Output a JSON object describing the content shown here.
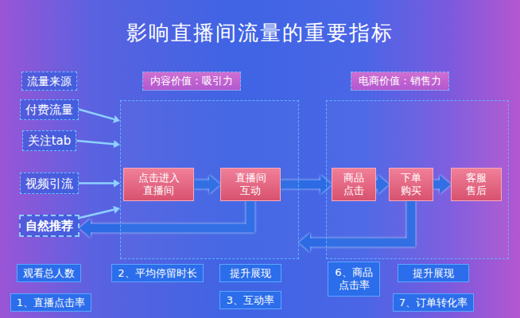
{
  "diagram": {
    "title": "影响直播间流量的重要指标",
    "nodes": [
      {
        "text": [
          "流量来源"
        ]
      },
      {
        "text": [
          "内容价值：吸引力"
        ]
      },
      {
        "text": [
          "电商价值：销售力"
        ]
      },
      {
        "text": [
          "付费流量"
        ]
      },
      {
        "text": [
          "关注tab"
        ]
      },
      {
        "text": [
          "点击进入 直播间"
        ],
        "in": 1
      },
      {
        "text": [
          "直播间 互动"
        ],
        "in": 1
      },
      {
        "text": [
          "商品 点击"
        ],
        "in": 2
      },
      {
        "text": [
          "下单 购买"
        ],
        "in": 2
      },
      {
        "text": [
          "客服 售后"
        ],
        "in": 2
      },
      {
        "text": [
          "视频引流"
        ]
      },
      {
        "text": [
          "自然推荐"
        ]
      },
      {
        "text": [
          "观看总人数"
        ]
      },
      {
        "text": [
          "2、平均停留时长"
        ]
      },
      {
        "text": [
          "提升展现"
        ]
      },
      {
        "text": [
          "6、商品 点击率"
        ]
      },
      {
        "text": [
          "提升展现"
        ]
      },
      {
        "text": [
          "1、直播点击率"
        ]
      },
      {
        "text": [
          "3、互动率"
        ]
      },
      {
        "text": [
          "7、订单转化率"
        ]
      }
    ],
    "edges": [
      {
        "from": 3,
        "to": 1,
        "arrow": "to"
      },
      {
        "from": 4,
        "to": 1,
        "arrow": "to"
      },
      {
        "from": 10,
        "to": 1,
        "arrow": "to"
      },
      {
        "from": 11,
        "to": 1,
        "arrow": "to"
      },
      {
        "from": 5,
        "to": 6,
        "arrow": "to"
      },
      {
        "from": 6,
        "to": 7,
        "arrow": "to"
      },
      {
        "from": 7,
        "to": 8,
        "arrow": "to"
      },
      {
        "from": 8,
        "to": 9,
        "arrow": "to"
      },
      {
        "from": 6,
        "to": 11,
        "arrow": "to"
      },
      {
        "from": 8,
        "to": 1,
        "arrow": "to"
      }
    ]
  }
}
